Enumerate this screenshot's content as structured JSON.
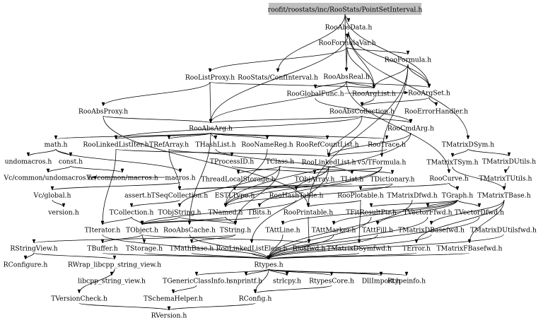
{
  "graph": {
    "colors": {
      "root_fill": "#bfbfbf",
      "edge": "#000000",
      "background": "#ffffff",
      "text": "#000000"
    },
    "root": "roofit/roostats/inc/RooStats/PointSetInterval.h",
    "nodes": {
      "root": "roofit/roostats/inc/RooStats/PointSetInterval.h",
      "RooAbsData": "RooAbsData.h",
      "RooFormulaVar": "RooFormulaVar.h",
      "RooFormula": "RooFormula.h",
      "RooListProxy": "RooListProxy.h",
      "ConfInterval": "RooStats/ConfInterval.h",
      "RooAbsReal": "RooAbsReal.h",
      "RooGlobalFunc": "RooGlobalFunc.h",
      "RooArgList": "RooArgList.h",
      "RooArgSet": "RooArgSet.h",
      "RooAbsProxy": "RooAbsProxy.h",
      "RooAbsCollection": "RooAbsCollection.h",
      "RooErrorHandler": "RooErrorHandler.h",
      "RooAbsArg": "RooAbsArg.h",
      "RooCmdArg": "RooCmdArg.h",
      "math": "math.h",
      "RooLinkedListIter": "RooLinkedListIter.h",
      "TRefArray": "TRefArray.h",
      "THashList": "THashList.h",
      "RooNameReg": "RooNameReg.h",
      "RooRefCountList": "RooRefCountList.h",
      "RooTrace": "RooTrace.h",
      "TMatrixDSym": "TMatrixDSym.h",
      "undomacros": "undomacros.h",
      "const": "const.h",
      "TProcessID": "TProcessID.h",
      "TClass": "TClass.h",
      "RooLinkedList": "RooLinkedList.h",
      "v5TFormula": "v5/TFormula.h",
      "TMatrixTSym": "TMatrixTSym.h",
      "TMatrixDUtils": "TMatrixDUtils.h",
      "VcUndomacros": "Vc/common/undomacros.h",
      "VcMacros": "Vc/common/macros.h",
      "macros": "macros.h",
      "ThreadLocalStorage": "ThreadLocalStorage.h",
      "TObjArray": "TObjArray.h",
      "TList": "TList.h",
      "TDictionary": "TDictionary.h",
      "RooCurve": "RooCurve.h",
      "TMatrixTUtils": "TMatrixTUtils.h",
      "VcGlobal": "Vc/global.h",
      "assert": "assert.h",
      "TSeqCollection": "TSeqCollection.h",
      "ESTLType": "ESTLType.h",
      "RooHashTable": "RooHashTable.h",
      "RooPlotable": "RooPlotable.h",
      "TMatrixDfwd": "TMatrixDfwd.h",
      "TGraph": "TGraph.h",
      "TMatrixTBase": "TMatrixTBase.h",
      "version": "version.h",
      "TCollection": "TCollection.h",
      "TObjString": "TObjString.h",
      "TNamed": "TNamed.h",
      "TBits": "TBits.h",
      "RooPrintable": "RooPrintable.h",
      "TFitResultPtr": "TFitResultPtr.h",
      "TVectorFfwd": "TVectorFfwd.h",
      "TVectorDfwd": "TVectorDfwd.h",
      "TIterator": "TIterator.h",
      "TObject": "TObject.h",
      "RooAbsCache": "RooAbsCache.h",
      "TString": "TString.h",
      "TAttLine": "TAttLine.h",
      "TAttMarker": "TAttMarker.h",
      "TAttFill": "TAttFill.h",
      "TMatrixDBasefwd": "TMatrixDBasefwd.h",
      "TMatrixDUtilsfwd": "TMatrixDUtilsfwd.h",
      "RStringView": "RStringView.h",
      "TBuffer": "TBuffer.h",
      "TStorage": "TStorage.h",
      "TMathBase": "TMathBase.h",
      "RooLinkedListElem": "RooLinkedListElem.h",
      "Riosfwd": "Riosfwd.h",
      "TMatrixDSymfwd": "TMatrixDSymfwd.h",
      "TError": "TError.h",
      "TMatrixFBasefwd": "TMatrixFBasefwd.h",
      "RConfigure": "RConfigure.h",
      "RWrap": "RWrap_libcpp_string_view.h",
      "Rtypes": "Rtypes.h",
      "libcpp": "libcpp_string_view.h",
      "TGenericClassInfo": "TGenericClassInfo.h",
      "snprintf": "snprintf.h",
      "strlcpy": "strlcpy.h",
      "RtypesCore": "RtypesCore.h",
      "DllImport": "DllImport.h",
      "Rtypeinfo": "Rtypeinfo.h",
      "TVersionCheck": "TVersionCheck.h",
      "TSchemaHelper": "TSchemaHelper.h",
      "RConfig": "RConfig.h",
      "RVersion": "RVersion.h"
    },
    "edges": [
      [
        "root",
        "RooAbsData"
      ],
      [
        "root",
        "ConfInterval"
      ],
      [
        "root",
        "RooArgSet"
      ],
      [
        "root",
        "RooAbsReal"
      ],
      [
        "RooAbsData",
        "RooFormulaVar"
      ],
      [
        "RooAbsData",
        "RooArgList"
      ],
      [
        "RooAbsData",
        "RooArgSet"
      ],
      [
        "RooAbsData",
        "TMatrixDSym"
      ],
      [
        "RooAbsData",
        "RooAbsArg"
      ],
      [
        "RooFormulaVar",
        "RooFormula"
      ],
      [
        "RooFormulaVar",
        "RooListProxy"
      ],
      [
        "RooFormulaVar",
        "RooAbsReal"
      ],
      [
        "RooFormulaVar",
        "RooArgList"
      ],
      [
        "RooFormula",
        "RooArgSet"
      ],
      [
        "RooFormula",
        "RooPrintable"
      ],
      [
        "RooFormula",
        "RooArgList"
      ],
      [
        "RooFormula",
        "v5TFormula"
      ],
      [
        "RooListProxy",
        "RooAbsProxy"
      ],
      [
        "RooListProxy",
        "RooArgList"
      ],
      [
        "RooListProxy",
        "RooAbsArg"
      ],
      [
        "RooAbsReal",
        "RooGlobalFunc"
      ],
      [
        "RooAbsReal",
        "RooArgList"
      ],
      [
        "RooAbsReal",
        "RooArgSet"
      ],
      [
        "RooAbsReal",
        "RooCurve"
      ],
      [
        "RooAbsReal",
        "RooAbsArg"
      ],
      [
        "RooGlobalFunc",
        "RooCmdArg"
      ],
      [
        "RooGlobalFunc",
        "RooArgSet"
      ],
      [
        "RooArgList",
        "RooAbsCollection"
      ],
      [
        "RooArgSet",
        "RooAbsCollection"
      ],
      [
        "RooArgSet",
        "RooErrorHandler"
      ],
      [
        "RooAbsProxy",
        "RooAbsArg"
      ],
      [
        "RooAbsProxy",
        "RooPrintable"
      ],
      [
        "RooAbsCollection",
        "RooAbsArg"
      ],
      [
        "RooAbsCollection",
        "RooLinkedListIter"
      ],
      [
        "RooAbsCollection",
        "RooCmdArg"
      ],
      [
        "RooAbsCollection",
        "RooLinkedList"
      ],
      [
        "RooCmdArg",
        "RooLinkedList"
      ],
      [
        "RooCmdArg",
        "TNamed"
      ],
      [
        "RooAbsArg",
        "math"
      ],
      [
        "RooAbsArg",
        "RooLinkedListIter"
      ],
      [
        "RooAbsArg",
        "TRefArray"
      ],
      [
        "RooAbsArg",
        "THashList"
      ],
      [
        "RooAbsArg",
        "RooNameReg"
      ],
      [
        "RooAbsArg",
        "RooRefCountList"
      ],
      [
        "RooAbsArg",
        "RooTrace"
      ],
      [
        "RooAbsArg",
        "RooAbsCache"
      ],
      [
        "math",
        "undomacros"
      ],
      [
        "math",
        "const"
      ],
      [
        "math",
        "macros"
      ],
      [
        "const",
        "VcMacros"
      ],
      [
        "const",
        "VcUndomacros"
      ],
      [
        "macros",
        "VcGlobal"
      ],
      [
        "macros",
        "VcUndomacros"
      ],
      [
        "VcGlobal",
        "version"
      ],
      [
        "RooLinkedListIter",
        "RooLinkedList"
      ],
      [
        "RooLinkedListIter",
        "TIterator"
      ],
      [
        "TRefArray",
        "TProcessID"
      ],
      [
        "TRefArray",
        "TSeqCollection"
      ],
      [
        "THashList",
        "TList"
      ],
      [
        "RooNameReg",
        "TNamed"
      ],
      [
        "RooRefCountList",
        "RooLinkedList"
      ],
      [
        "RooTrace",
        "RooLinkedList"
      ],
      [
        "TProcessID",
        "TObjArray"
      ],
      [
        "TClass",
        "TDictionary"
      ],
      [
        "TClass",
        "TString"
      ],
      [
        "TClass",
        "ThreadLocalStorage"
      ],
      [
        "TClass",
        "TObjString"
      ],
      [
        "RooLinkedList",
        "TNamed"
      ],
      [
        "RooLinkedList",
        "RooHashTable"
      ],
      [
        "RooLinkedList",
        "RooLinkedListElem"
      ],
      [
        "v5TFormula",
        "TBits"
      ],
      [
        "v5TFormula",
        "TObjArray"
      ],
      [
        "v5TFormula",
        "TNamed"
      ],
      [
        "TMatrixDSym",
        "TMatrixTSym"
      ],
      [
        "TMatrixDSym",
        "TMatrixDUtils"
      ],
      [
        "TMatrixTSym",
        "TMatrixTBase"
      ],
      [
        "TMatrixDUtils",
        "TMatrixTUtils"
      ],
      [
        "TMatrixTUtils",
        "TMatrixTBase"
      ],
      [
        "TMatrixTBase",
        "TMatrixDBasefwd"
      ],
      [
        "TMatrixTBase",
        "TMatrixFBasefwd"
      ],
      [
        "TMatrixTBase",
        "TError"
      ],
      [
        "TObjArray",
        "TSeqCollection"
      ],
      [
        "TList",
        "TSeqCollection"
      ],
      [
        "TDictionary",
        "ESTLType"
      ],
      [
        "TDictionary",
        "TNamed"
      ],
      [
        "RooCurve",
        "TGraph"
      ],
      [
        "RooCurve",
        "RooPlotable"
      ],
      [
        "TGraph",
        "TAttLine"
      ],
      [
        "TGraph",
        "TAttMarker"
      ],
      [
        "TGraph",
        "TAttFill"
      ],
      [
        "TGraph",
        "TVectorFfwd"
      ],
      [
        "TGraph",
        "TVectorDfwd"
      ],
      [
        "TGraph",
        "TFitResultPtr"
      ],
      [
        "TMatrixDfwd",
        "Rtypes"
      ],
      [
        "TSeqCollection",
        "TCollection"
      ],
      [
        "RooHashTable",
        "TObject"
      ],
      [
        "RooPlotable",
        "RooPrintable"
      ],
      [
        "RooPlotable",
        "TMatrixDSymfwd"
      ],
      [
        "TCollection",
        "TIterator"
      ],
      [
        "TCollection",
        "TObject"
      ],
      [
        "TObjString",
        "TObject"
      ],
      [
        "TObjString",
        "TString"
      ],
      [
        "TNamed",
        "TObject"
      ],
      [
        "TNamed",
        "TString"
      ],
      [
        "TBits",
        "TObject"
      ],
      [
        "RooPrintable",
        "Riosfwd"
      ],
      [
        "TFitResultPtr",
        "Rtypes"
      ],
      [
        "TVectorFfwd",
        "Rtypes"
      ],
      [
        "TVectorDfwd",
        "Rtypes"
      ],
      [
        "TIterator",
        "Rtypes"
      ],
      [
        "TObject",
        "TStorage"
      ],
      [
        "TObject",
        "TBuffer"
      ],
      [
        "TObject",
        "Riosfwd"
      ],
      [
        "RooAbsCache",
        "Rtypes"
      ],
      [
        "TString",
        "TMathBase"
      ],
      [
        "TString",
        "RStringView"
      ],
      [
        "TAttLine",
        "Rtypes"
      ],
      [
        "TAttMarker",
        "Rtypes"
      ],
      [
        "TAttFill",
        "Rtypes"
      ],
      [
        "TMatrixDBasefwd",
        "Rtypes"
      ],
      [
        "TMatrixDUtilsfwd",
        "Rtypes"
      ],
      [
        "RStringView",
        "RConfigure"
      ],
      [
        "RStringView",
        "RWrap"
      ],
      [
        "RWrap",
        "libcpp"
      ],
      [
        "RWrap",
        "TVersionCheck"
      ],
      [
        "TBuffer",
        "Rtypes"
      ],
      [
        "TStorage",
        "Rtypes"
      ],
      [
        "TMathBase",
        "Rtypes"
      ],
      [
        "RooLinkedListElem",
        "Rtypes"
      ],
      [
        "TMatrixDSymfwd",
        "Rtypes"
      ],
      [
        "TError",
        "Rtypes"
      ],
      [
        "TMatrixFBasefwd",
        "Rtypes"
      ],
      [
        "Rtypes",
        "TGenericClassInfo"
      ],
      [
        "Rtypes",
        "snprintf"
      ],
      [
        "Rtypes",
        "strlcpy"
      ],
      [
        "Rtypes",
        "RtypesCore"
      ],
      [
        "Rtypes",
        "DllImport"
      ],
      [
        "Rtypes",
        "Rtypeinfo"
      ],
      [
        "Rtypes",
        "RConfig"
      ],
      [
        "TGenericClassInfo",
        "TSchemaHelper"
      ],
      [
        "RtypesCore",
        "RConfig"
      ],
      [
        "TVersionCheck",
        "RVersion"
      ],
      [
        "RConfig",
        "RVersion"
      ]
    ]
  }
}
